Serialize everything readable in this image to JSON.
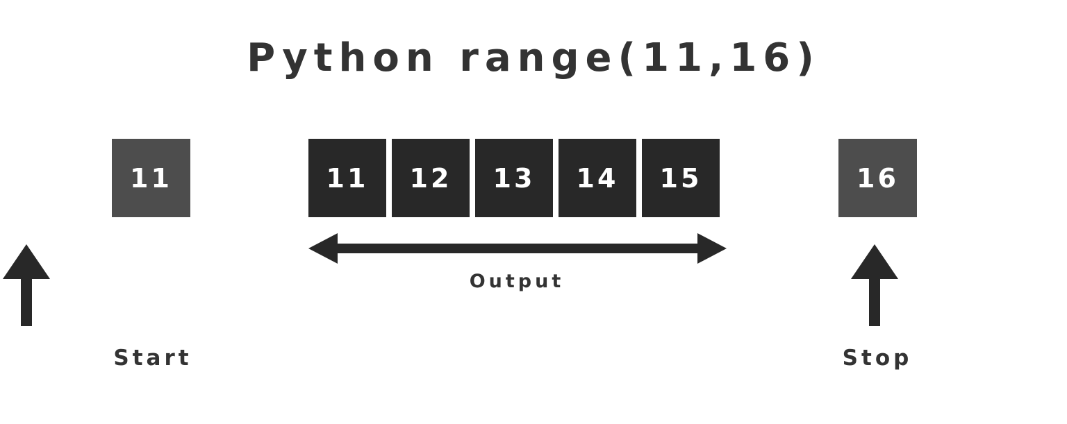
{
  "diagram": {
    "title": "Python range(11,16)",
    "background_color": "#ffffff",
    "accent_dark": "#282828",
    "accent_gray": "#4d4d4d",
    "text_color": "#333333",
    "start": {
      "value": "11",
      "caption": "Start",
      "box_color": "#4d4d4d"
    },
    "stop": {
      "value": "16",
      "caption": "Stop",
      "box_color": "#4d4d4d"
    },
    "output": {
      "label": "Output",
      "box_color": "#282828",
      "values": [
        "11",
        "12",
        "13",
        "14",
        "15"
      ]
    }
  },
  "chart_data": {
    "type": "table",
    "title": "Python range(11,16)",
    "categories": [
      "Start",
      "Output",
      "Output",
      "Output",
      "Output",
      "Output",
      "Stop"
    ],
    "values": [
      11,
      11,
      12,
      13,
      14,
      15,
      16
    ],
    "annotations": [
      "Start",
      "Output",
      "Stop"
    ],
    "xlabel": "",
    "ylabel": ""
  }
}
